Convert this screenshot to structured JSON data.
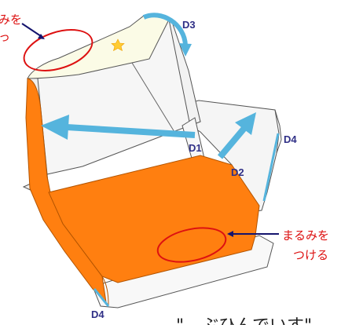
{
  "colors": {
    "orange": "#ff7f10",
    "orange_dark": "#e06a00",
    "panel": "#f5f5f5",
    "panel_yellow": "#fbfbe6",
    "outline": "#555555",
    "arrow_blue": "#55b4dd",
    "label_navy": "#2f2f86",
    "note_red": "#dd1111",
    "pointer_navy": "#14146e",
    "star": "#ffcc33"
  },
  "labels": {
    "d1": "D1",
    "d2": "D2",
    "d3": "D3",
    "d4_right": "D4",
    "d4_bottom": "D4"
  },
  "notes": {
    "top_left_line1": "みを",
    "top_left_line2": "っ",
    "right_line1": "まるみを",
    "right_line2": "つける"
  },
  "caption": "\"　ぶひんでいす\""
}
